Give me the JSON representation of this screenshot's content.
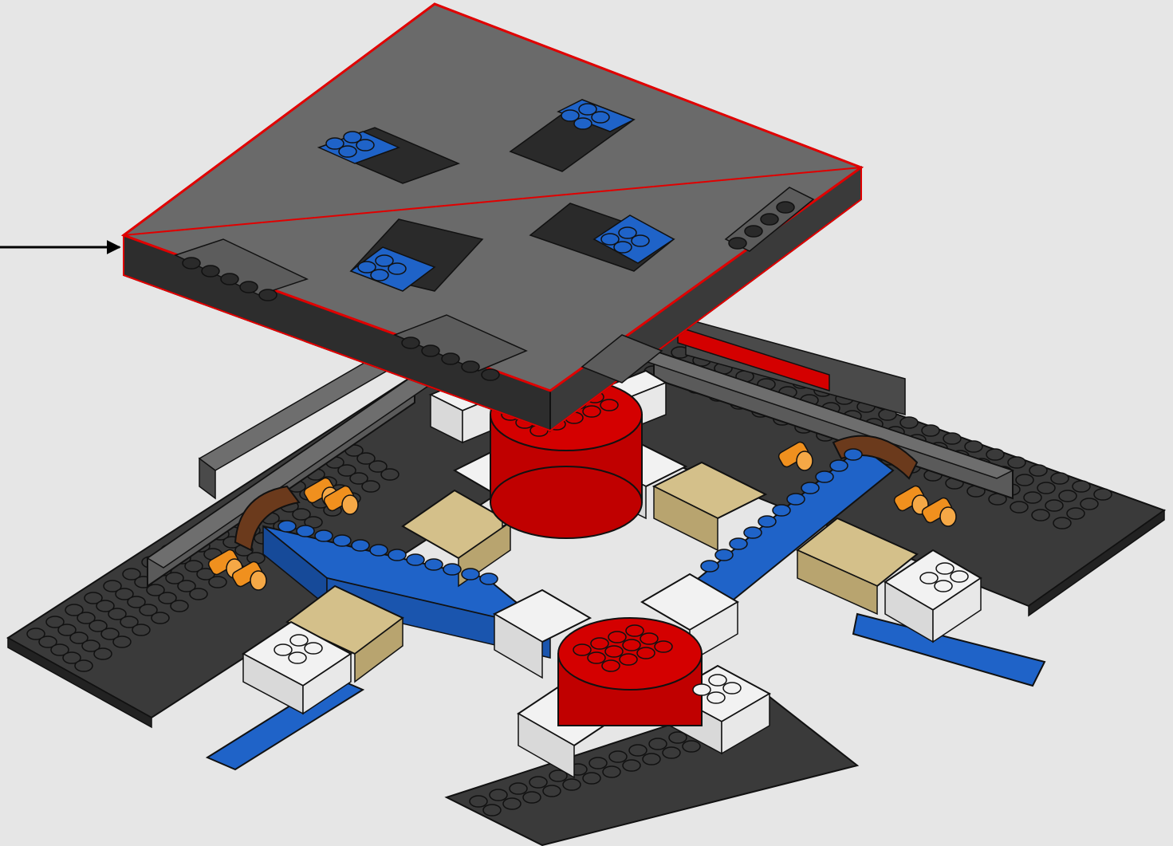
{
  "scene": {
    "kind": "building-instruction-step",
    "background": "#e6e6e6",
    "callout_arrow": {
      "color": "#000000",
      "points_to": "top-plate-assembly"
    }
  },
  "colors": {
    "dark_gray": "#3a3a3a",
    "mid_gray": "#6e6e6e",
    "top_plate": "#6a6a6a",
    "blue": "#1f63c8",
    "red": "#d40000",
    "white": "#f2f2f2",
    "tan": "#d4c08a",
    "orange": "#f0901e",
    "brown": "#6b3a1c",
    "highlight": "#e00000"
  },
  "parts": {
    "top_plate": {
      "highlighted": true,
      "highlight_color": "#e00000",
      "blue_plates": 4,
      "slopes": 4
    },
    "base_plates": 2,
    "round_red_plates": 2,
    "orange_pins": 7,
    "brown_links": 2
  }
}
